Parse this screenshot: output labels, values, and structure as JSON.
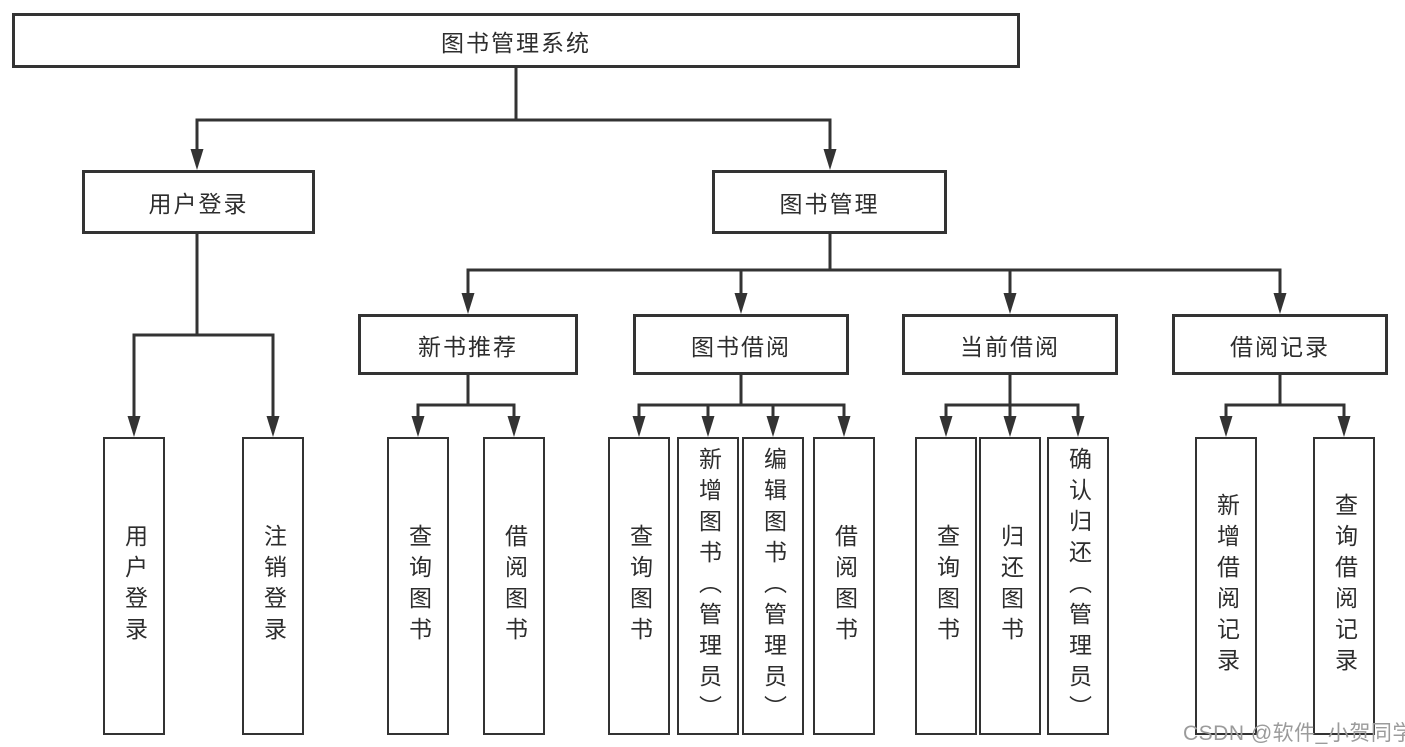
{
  "watermark": "CSDN @软件_小贺同学",
  "colors": {
    "line": "#333333",
    "box_border": "#333333",
    "box_fill": "#ffffff",
    "text": "#2d2d2d",
    "watermark": "#9b9b9b"
  },
  "tree": {
    "label": "图书管理系统",
    "children": [
      {
        "label": "用户登录",
        "children": [
          {
            "label": "用户登录"
          },
          {
            "label": "注销登录"
          }
        ]
      },
      {
        "label": "图书管理",
        "children": [
          {
            "label": "新书推荐",
            "children": [
              {
                "label": "查询图书"
              },
              {
                "label": "借阅图书"
              }
            ]
          },
          {
            "label": "图书借阅",
            "children": [
              {
                "label": "查询图书"
              },
              {
                "label": "新增图书（管理员）"
              },
              {
                "label": "编辑图书（管理员）"
              },
              {
                "label": "借阅图书"
              }
            ]
          },
          {
            "label": "当前借阅",
            "children": [
              {
                "label": "查询图书"
              },
              {
                "label": "归还图书"
              },
              {
                "label": "确认归还（管理员）"
              }
            ]
          },
          {
            "label": "借阅记录",
            "children": [
              {
                "label": "新增借阅记录"
              },
              {
                "label": "查询借阅记录"
              }
            ]
          }
        ]
      }
    ]
  }
}
